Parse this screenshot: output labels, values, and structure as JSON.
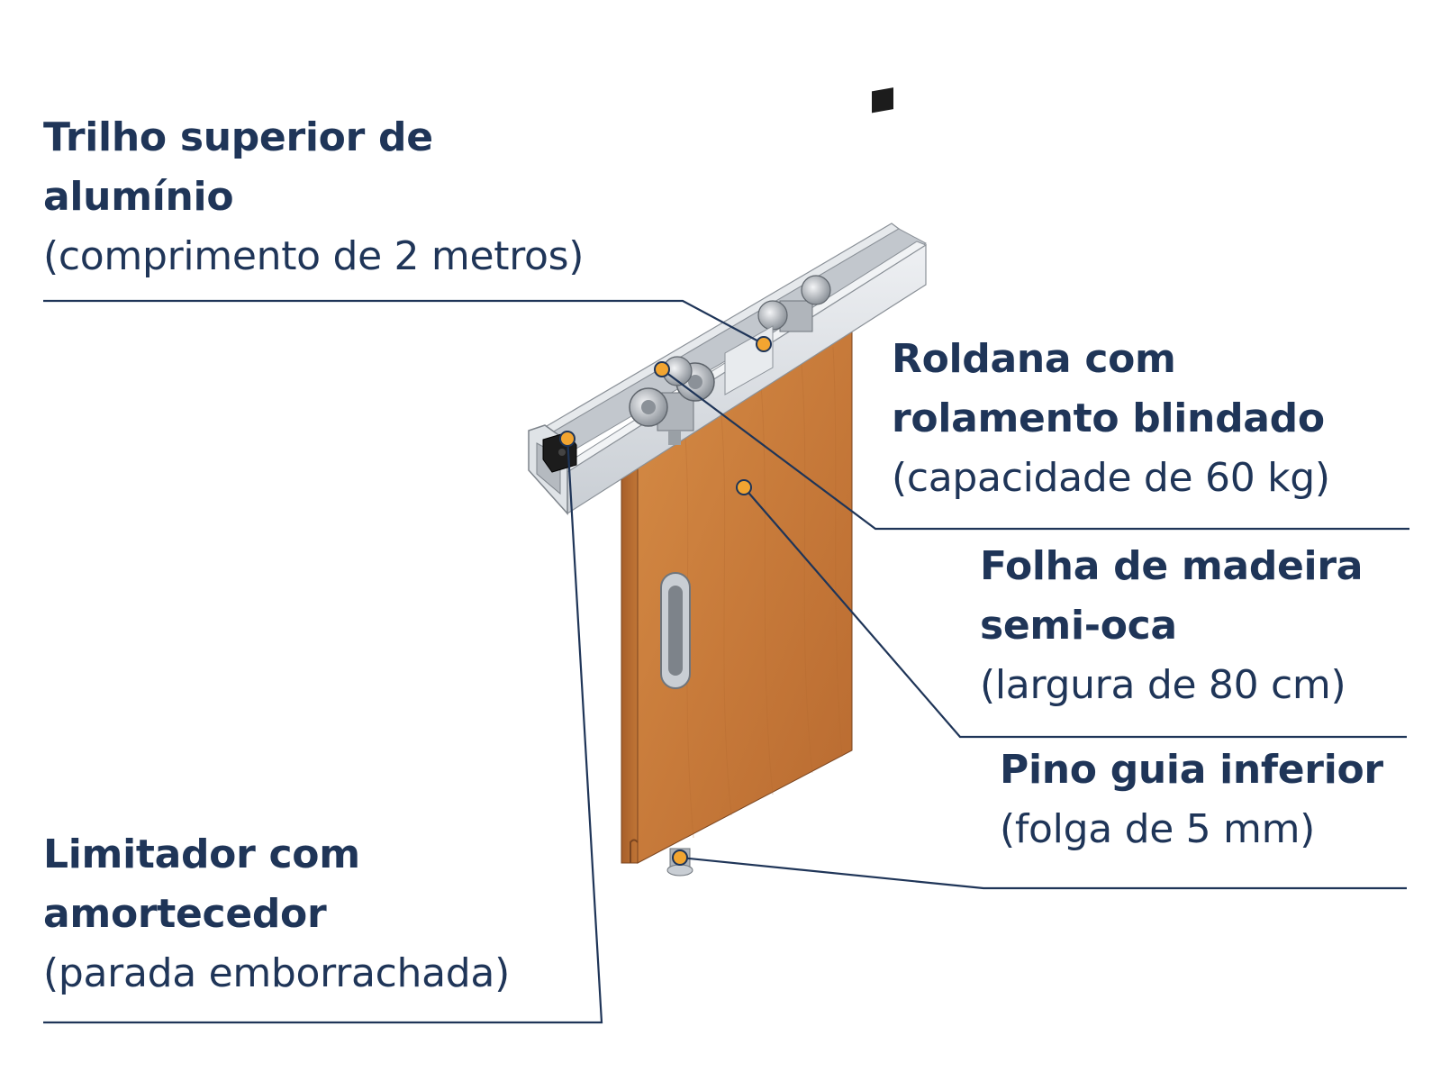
{
  "callouts": {
    "rail": {
      "title_line1": "Trilho superior de",
      "title_line2": "alumínio",
      "detail": "(comprimento de 2 metros)"
    },
    "roller": {
      "title_line1": "Roldana com",
      "title_line2": "rolamento blindado",
      "detail": "(capacidade de 60 kg)"
    },
    "leaf": {
      "title_line1": "Folha de madeira",
      "title_line2": "semi-oca",
      "detail": "(largura de 80 cm)"
    },
    "pin": {
      "title_line1": "Pino guia inferior",
      "detail": "(folga de 5 mm)"
    },
    "stop": {
      "title_line1": "Limitador com",
      "title_line2": "amortecedor",
      "detail": "(parada emborrachada)"
    }
  },
  "colors": {
    "text": "#1f3558",
    "leader": "#1f3558",
    "marker": "#f2a531",
    "wood": "#c77a3a",
    "wood_dark": "#a75f2a",
    "aluminium": "#d9dde2",
    "rubber": "#1c1c1c"
  }
}
